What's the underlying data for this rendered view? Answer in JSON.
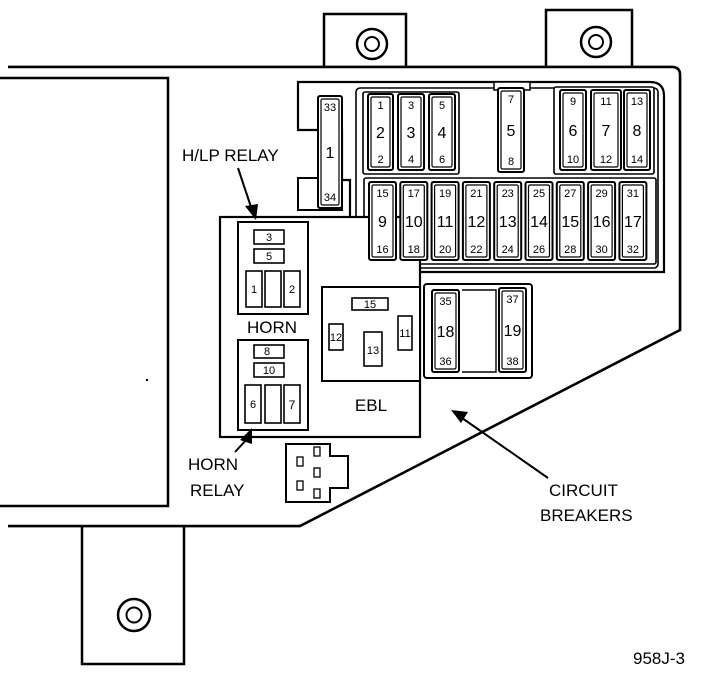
{
  "labels": {
    "hlp_relay": "H/LP RELAY",
    "horn": "HORN",
    "horn_relay_line1": "HORN",
    "horn_relay_line2": "RELAY",
    "ebl": "EBL",
    "circuit_breakers_line1": "CIRCUIT",
    "circuit_breakers_line2": "BREAKERS",
    "figure_id": "958J-3"
  },
  "top_fuse_row": [
    {
      "top": "33",
      "mid": "1",
      "bottom": "34"
    },
    {
      "top": "1",
      "mid": "2",
      "bottom": "2"
    },
    {
      "top": "3",
      "mid": "3",
      "bottom": "4"
    },
    {
      "top": "5",
      "mid": "4",
      "bottom": "6"
    },
    {
      "top": "7",
      "mid": "5",
      "bottom": "8"
    },
    {
      "top": "9",
      "mid": "6",
      "bottom": "10"
    },
    {
      "top": "11",
      "mid": "7",
      "bottom": "12"
    },
    {
      "top": "13",
      "mid": "8",
      "bottom": "14"
    }
  ],
  "bottom_fuse_row": [
    {
      "top": "15",
      "mid": "9",
      "bottom": "16"
    },
    {
      "top": "17",
      "mid": "10",
      "bottom": "18"
    },
    {
      "top": "19",
      "mid": "11",
      "bottom": "20"
    },
    {
      "top": "21",
      "mid": "12",
      "bottom": "22"
    },
    {
      "top": "23",
      "mid": "13",
      "bottom": "24"
    },
    {
      "top": "25",
      "mid": "14",
      "bottom": "26"
    },
    {
      "top": "27",
      "mid": "15",
      "bottom": "28"
    },
    {
      "top": "29",
      "mid": "16",
      "bottom": "30"
    },
    {
      "top": "31",
      "mid": "17",
      "bottom": "32"
    }
  ],
  "circuit_breakers": [
    {
      "top": "35",
      "mid": "18",
      "bottom": "36"
    },
    {
      "top": "37",
      "mid": "19",
      "bottom": "38"
    }
  ],
  "hlp_relay_pins": {
    "p3": "3",
    "p5": "5",
    "p1": "1",
    "p2": "2"
  },
  "horn_relay_pins": {
    "p8": "8",
    "p10": "10",
    "p6": "6",
    "p7": "7"
  },
  "ebl_pins": {
    "p15": "15",
    "p12": "12",
    "p13": "13",
    "p11": "11"
  }
}
